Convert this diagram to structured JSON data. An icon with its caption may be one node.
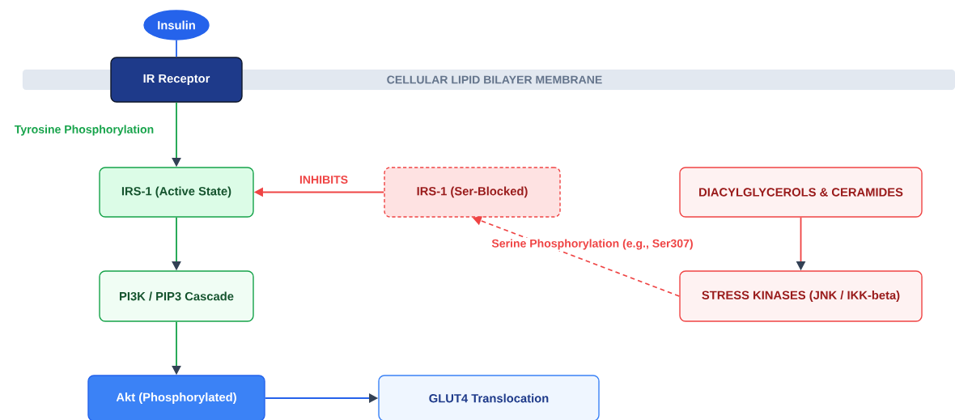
{
  "diagram": {
    "nodes": [
      {
        "text": [
          "Insulin"
        ]
      },
      {
        "text": [
          "CELLULAR LIPID BILAYER MEMBRANE"
        ]
      },
      {
        "text": [
          "IR Receptor"
        ]
      },
      {
        "text": [
          "IRS-1 (Active State)"
        ]
      },
      {
        "text": [
          "IRS-1 (Ser-Blocked)"
        ]
      },
      {
        "text": [
          "DIACYLGLYCEROLS & CERAMIDES"
        ]
      },
      {
        "text": [
          "PI3K / PIP3 Cascade"
        ]
      },
      {
        "text": [
          "STRESS KINASES (JNK / IKK-beta)"
        ]
      },
      {
        "text": [
          "Akt (Phosphorylated)"
        ]
      },
      {
        "text": [
          "GLUT4 Translocation"
        ]
      }
    ],
    "edges": [
      {
        "from": 0,
        "to": 2,
        "arrow": "none",
        "color": "#2563eb"
      },
      {
        "from": 2,
        "to": 3,
        "arrow": "to",
        "label": "Tyrosine Phosphorylation",
        "color": "#16a34a"
      },
      {
        "from": 4,
        "to": 3,
        "arrow": "to",
        "label": "INHIBITS",
        "color": "#ef4444"
      },
      {
        "from": 5,
        "to": 7,
        "arrow": "to",
        "color": "#ef4444"
      },
      {
        "from": 3,
        "to": 6,
        "arrow": "to",
        "color": "#16a34a"
      },
      {
        "from": 7,
        "to": 4,
        "arrow": "to",
        "label": "Serine Phosphorylation (e.g., Ser307)",
        "style": "dashed",
        "color": "#ef4444"
      },
      {
        "from": 6,
        "to": 8,
        "arrow": "to",
        "color": "#16a34a"
      },
      {
        "from": 8,
        "to": 9,
        "arrow": "to",
        "color": "#2563eb"
      }
    ]
  }
}
